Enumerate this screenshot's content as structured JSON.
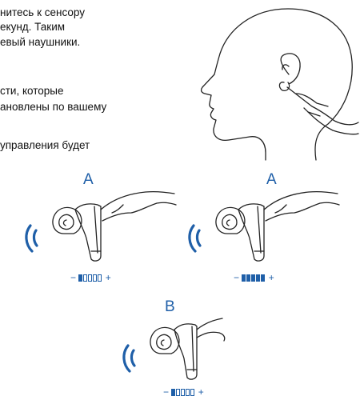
{
  "instructions": {
    "lines": [
      "нитесь к сенсору",
      "екунд. Таким",
      "евый наушники.",
      "",
      "сти, которые",
      "ановлены по вашему",
      "",
      " управления будет"
    ]
  },
  "figures": {
    "label_a": "A",
    "label_b": "B",
    "minus": "−",
    "plus": "+",
    "volume_a1": {
      "level": 1,
      "total": 5
    },
    "volume_a2": {
      "level": 5,
      "total": 5
    },
    "volume_b": {
      "level": 1,
      "total": 5
    }
  },
  "icons": [
    "head-touch-ear-icon",
    "earbud-icon",
    "sound-wave-icon"
  ],
  "colors": {
    "accent": "#1f5fa8",
    "text": "#111111"
  }
}
